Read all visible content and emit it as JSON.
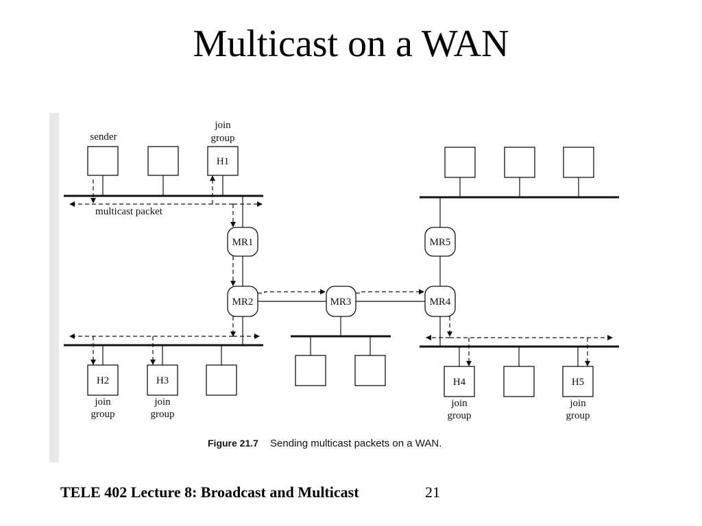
{
  "slide": {
    "title": "Multicast on a WAN",
    "footer": "TELE 402 Lecture 8: Broadcast and Multicast",
    "page_number": "21"
  },
  "figure": {
    "sender_label": "sender",
    "multicast_packet_label": "multicast packet",
    "join_line1": "join",
    "join_line2": "group",
    "hosts": {
      "h1": "H1",
      "h2": "H2",
      "h3": "H3",
      "h4": "H4",
      "h5": "H5"
    },
    "routers": {
      "mr1": "MR1",
      "mr2": "MR2",
      "mr3": "MR3",
      "mr4": "MR4",
      "mr5": "MR5"
    },
    "caption_number": "Figure 21.7",
    "caption_text": "Sending multicast packets on a WAN."
  }
}
